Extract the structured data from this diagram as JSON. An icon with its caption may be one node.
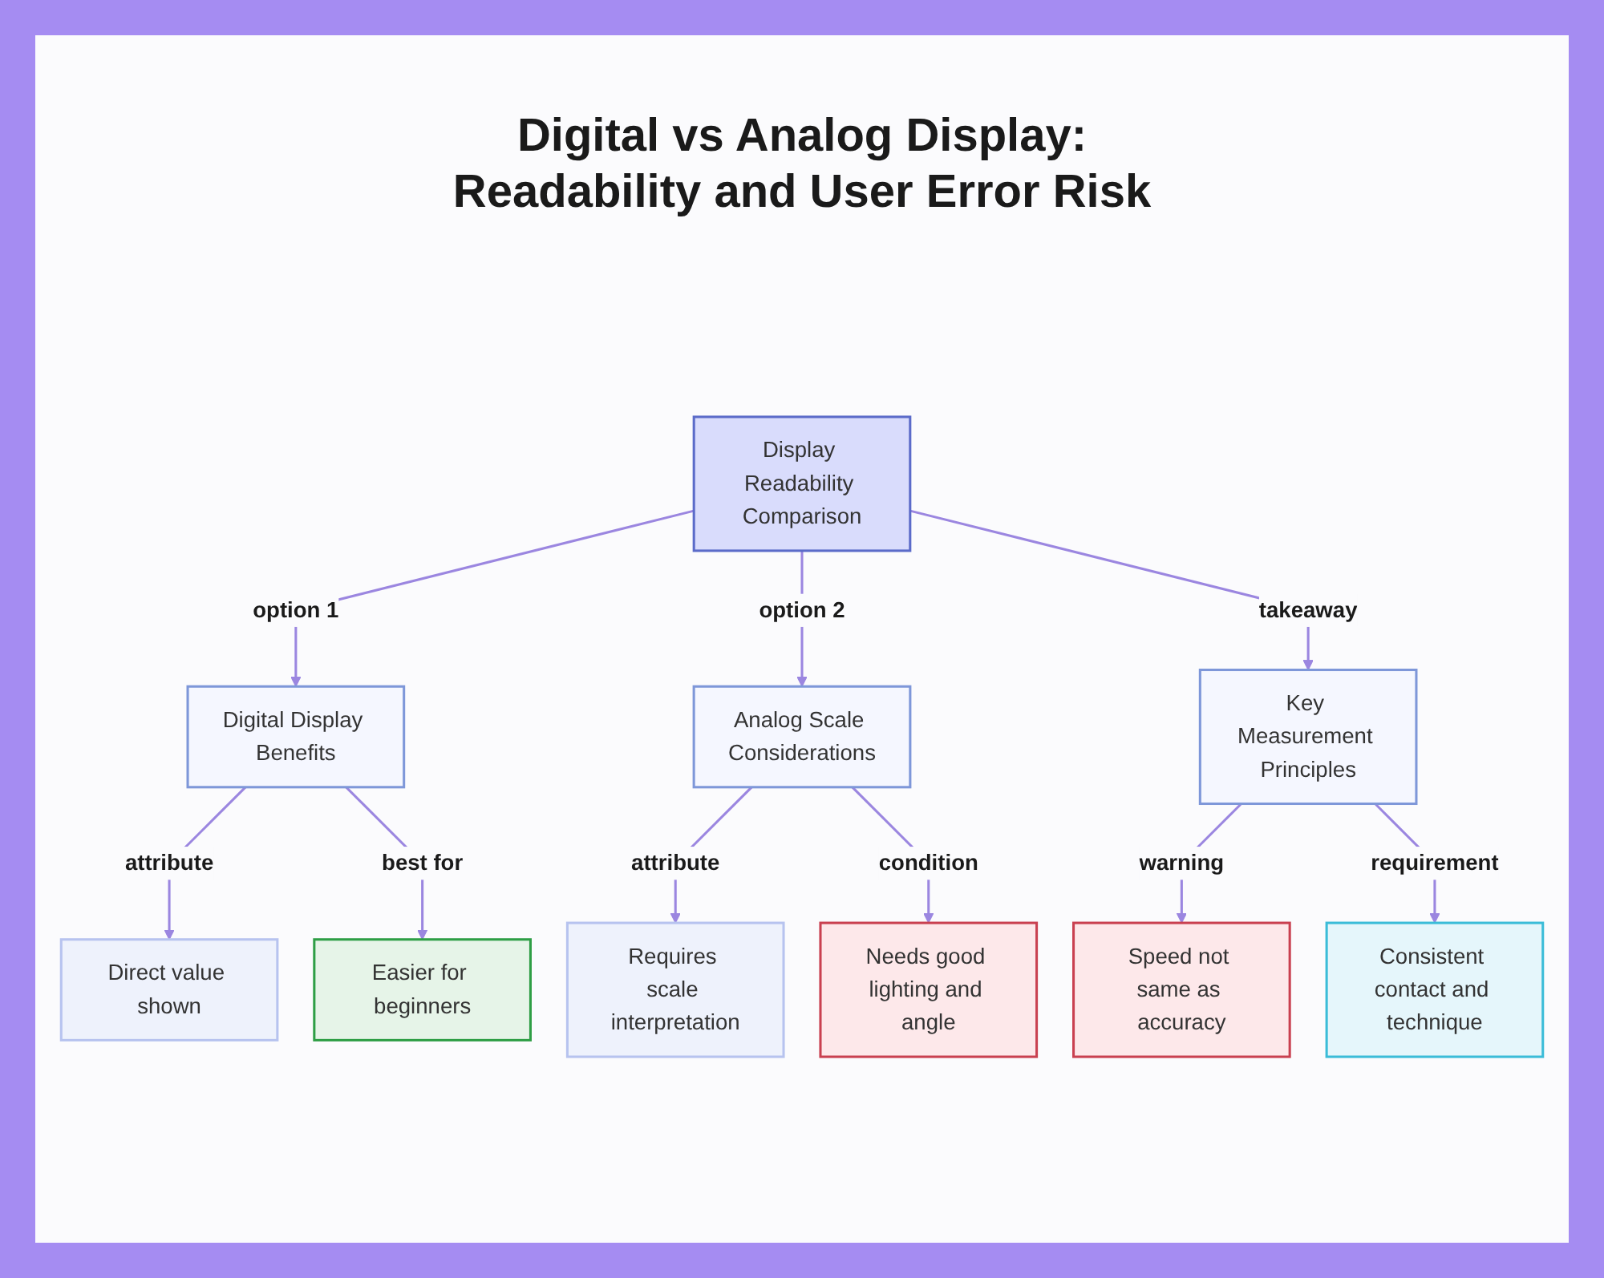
{
  "diagram": {
    "title": "Digital vs Analog Display: Readability and User Error Risk",
    "nodes": [
      {
        "text": [
          "Display Readability Comparison"
        ]
      },
      {
        "text": [
          "Digital Display Benefits"
        ]
      },
      {
        "text": [
          "Analog Scale Considerations"
        ]
      },
      {
        "text": [
          "Key Measurement Principles"
        ]
      },
      {
        "text": [
          "Direct value shown"
        ]
      },
      {
        "text": [
          "Easier for beginners"
        ]
      },
      {
        "text": [
          "Requires scale interpretation"
        ]
      },
      {
        "text": [
          "Needs good lighting and angle"
        ]
      },
      {
        "text": [
          "Speed not same as accuracy"
        ]
      },
      {
        "text": [
          "Consistent contact and technique"
        ]
      }
    ],
    "edges": [
      {
        "from": 0,
        "to": 1,
        "arrow": "to",
        "label": "option 1"
      },
      {
        "from": 0,
        "to": 2,
        "arrow": "to",
        "label": "option 2"
      },
      {
        "from": 0,
        "to": 3,
        "arrow": "to",
        "label": "takeaway"
      },
      {
        "from": 1,
        "to": 4,
        "arrow": "to",
        "label": "attribute"
      },
      {
        "from": 1,
        "to": 5,
        "arrow": "to",
        "label": "best for"
      },
      {
        "from": 2,
        "to": 6,
        "arrow": "to",
        "label": "attribute"
      },
      {
        "from": 2,
        "to": 7,
        "arrow": "to",
        "label": "condition"
      },
      {
        "from": 3,
        "to": 8,
        "arrow": "to",
        "label": "warning"
      },
      {
        "from": 3,
        "to": 9,
        "arrow": "to",
        "label": "requirement"
      }
    ]
  }
}
